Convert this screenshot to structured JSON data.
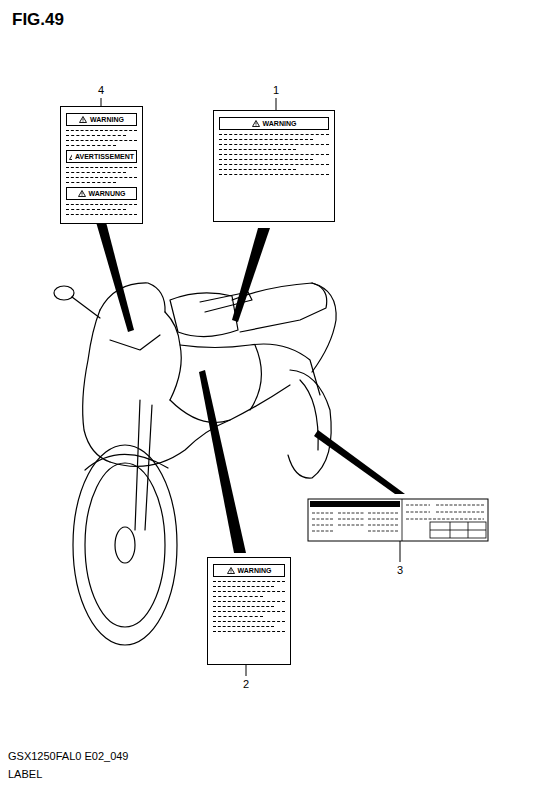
{
  "diagram": {
    "title": "FIG.49",
    "nodes": [
      {
        "text": [
          "WARNING",
          "AVERTISSEMENT",
          "WARNUNG"
        ]
      },
      {
        "text": [
          "WARNING"
        ]
      },
      {
        "text": [
          "WARNING"
        ]
      }
    ],
    "labels": [
      "4",
      "1",
      "3",
      "2",
      "GSX1250FAL0 E02_049",
      "LABEL"
    ]
  }
}
